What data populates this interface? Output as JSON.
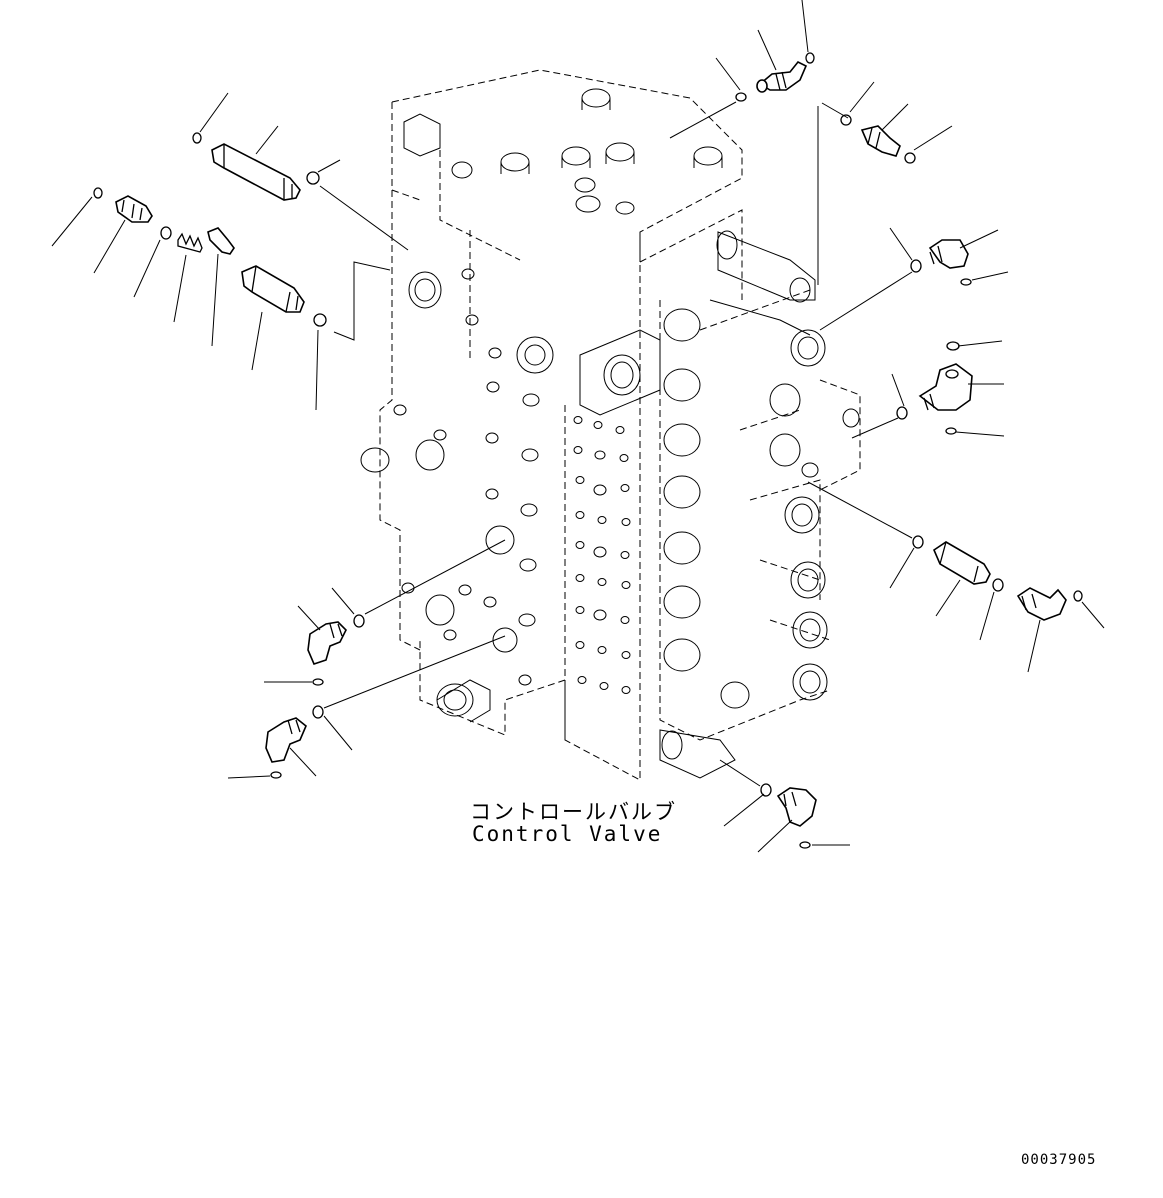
{
  "title_jp": "コントロールバルブ",
  "title_en": "Control Valve",
  "drawing_number": "00037905"
}
